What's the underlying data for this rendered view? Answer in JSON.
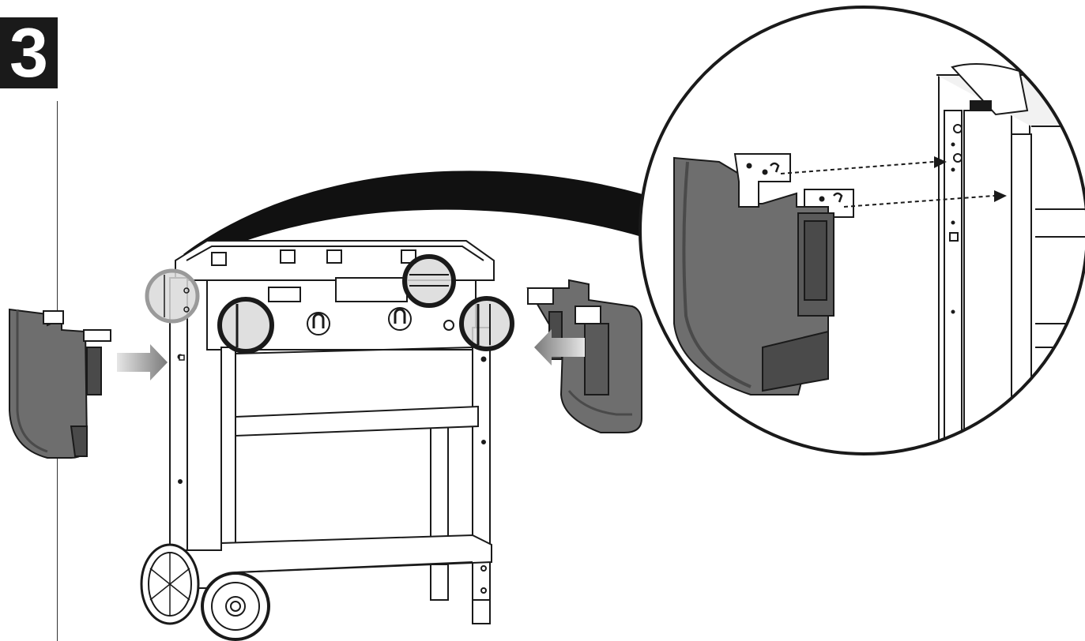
{
  "step": {
    "number": "3"
  },
  "colors": {
    "ink": "#1a1a1a",
    "part_fill": "#6e6e6e",
    "part_dark": "#4a4a4a",
    "arrow_gray": "#8c8c8c",
    "highlight_fill": "#d9d9d9",
    "frame_light": "#f2f2f2"
  },
  "icons": [
    "side-bin-part",
    "assembly-arrow",
    "zoom-detail-circle",
    "dashed-guide-arrow"
  ]
}
